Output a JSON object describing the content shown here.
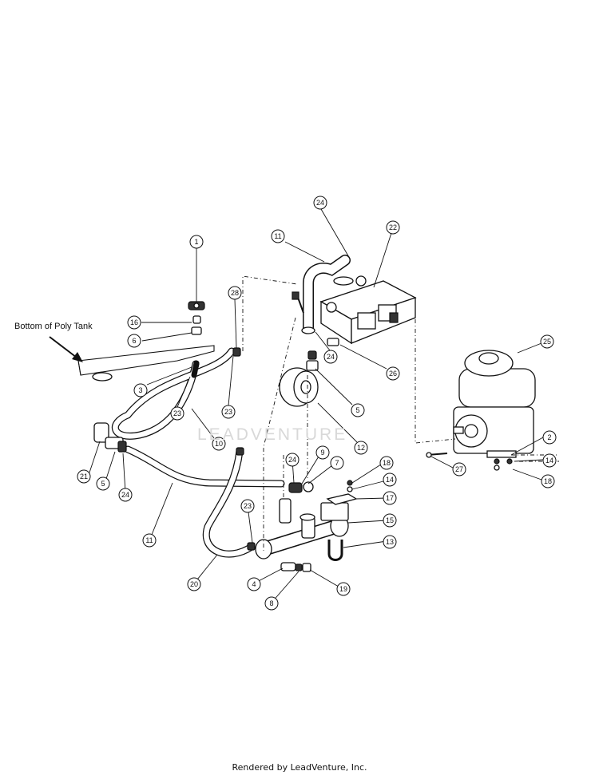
{
  "diagram": {
    "tank_label": "Bottom of Poly Tank",
    "watermark": "LEADVENTURE",
    "footer": "Rendered by LeadVenture, Inc.",
    "callouts": [
      {
        "id": "c1",
        "label": "1"
      },
      {
        "id": "c16",
        "label": "16"
      },
      {
        "id": "c6",
        "label": "6"
      },
      {
        "id": "c3",
        "label": "3"
      },
      {
        "id": "c23a",
        "label": "23"
      },
      {
        "id": "c10",
        "label": "10"
      },
      {
        "id": "c23b",
        "label": "23"
      },
      {
        "id": "c28",
        "label": "28"
      },
      {
        "id": "c11a",
        "label": "11"
      },
      {
        "id": "c24a",
        "label": "24"
      },
      {
        "id": "c22",
        "label": "22"
      },
      {
        "id": "c24b",
        "label": "24"
      },
      {
        "id": "c26",
        "label": "26"
      },
      {
        "id": "c5a",
        "label": "5"
      },
      {
        "id": "c12",
        "label": "12"
      },
      {
        "id": "c25",
        "label": "25"
      },
      {
        "id": "c2",
        "label": "2"
      },
      {
        "id": "c14a",
        "label": "14"
      },
      {
        "id": "c18a",
        "label": "18"
      },
      {
        "id": "c27",
        "label": "27"
      },
      {
        "id": "c21",
        "label": "21"
      },
      {
        "id": "c5b",
        "label": "5"
      },
      {
        "id": "c24c",
        "label": "24"
      },
      {
        "id": "c11b",
        "label": "11"
      },
      {
        "id": "c24d",
        "label": "24"
      },
      {
        "id": "c9",
        "label": "9"
      },
      {
        "id": "c7",
        "label": "7"
      },
      {
        "id": "c18b",
        "label": "18"
      },
      {
        "id": "c14b",
        "label": "14"
      },
      {
        "id": "c17",
        "label": "17"
      },
      {
        "id": "c15",
        "label": "15"
      },
      {
        "id": "c13",
        "label": "13"
      },
      {
        "id": "c23c",
        "label": "23"
      },
      {
        "id": "c20",
        "label": "20"
      },
      {
        "id": "c4",
        "label": "4"
      },
      {
        "id": "c19",
        "label": "19"
      },
      {
        "id": "c8",
        "label": "8"
      }
    ]
  }
}
